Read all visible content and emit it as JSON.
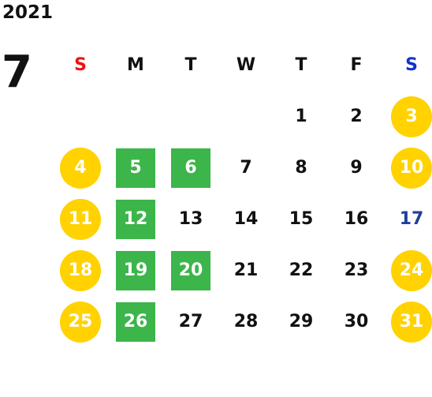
{
  "calendar": {
    "year": "2021",
    "month": "7",
    "weekdays": [
      {
        "label": "S",
        "kind": "sun"
      },
      {
        "label": "M",
        "kind": ""
      },
      {
        "label": "T",
        "kind": ""
      },
      {
        "label": "W",
        "kind": ""
      },
      {
        "label": "T",
        "kind": ""
      },
      {
        "label": "F",
        "kind": ""
      },
      {
        "label": "S",
        "kind": "sat"
      }
    ],
    "weeks": [
      [
        {
          "day": "",
          "style": "empty"
        },
        {
          "day": "",
          "style": "empty"
        },
        {
          "day": "",
          "style": "empty"
        },
        {
          "day": "",
          "style": "empty"
        },
        {
          "day": "1",
          "style": "plain"
        },
        {
          "day": "2",
          "style": "plain"
        },
        {
          "day": "3",
          "style": "holiday"
        }
      ],
      [
        {
          "day": "4",
          "style": "holiday"
        },
        {
          "day": "5",
          "style": "event"
        },
        {
          "day": "6",
          "style": "event"
        },
        {
          "day": "7",
          "style": "plain"
        },
        {
          "day": "8",
          "style": "plain"
        },
        {
          "day": "9",
          "style": "plain"
        },
        {
          "day": "10",
          "style": "holiday"
        }
      ],
      [
        {
          "day": "11",
          "style": "holiday"
        },
        {
          "day": "12",
          "style": "event"
        },
        {
          "day": "13",
          "style": "plain"
        },
        {
          "day": "14",
          "style": "plain"
        },
        {
          "day": "15",
          "style": "plain"
        },
        {
          "day": "16",
          "style": "plain"
        },
        {
          "day": "17",
          "style": "blue"
        }
      ],
      [
        {
          "day": "18",
          "style": "holiday"
        },
        {
          "day": "19",
          "style": "event"
        },
        {
          "day": "20",
          "style": "event"
        },
        {
          "day": "21",
          "style": "plain"
        },
        {
          "day": "22",
          "style": "plain"
        },
        {
          "day": "23",
          "style": "plain"
        },
        {
          "day": "24",
          "style": "holiday"
        }
      ],
      [
        {
          "day": "25",
          "style": "holiday"
        },
        {
          "day": "26",
          "style": "event"
        },
        {
          "day": "27",
          "style": "plain"
        },
        {
          "day": "28",
          "style": "plain"
        },
        {
          "day": "29",
          "style": "plain"
        },
        {
          "day": "30",
          "style": "plain"
        },
        {
          "day": "31",
          "style": "holiday"
        }
      ]
    ],
    "colors": {
      "holiday": "#ffd200",
      "event": "#3cb54a",
      "sunday_header": "#ee1111",
      "saturday_header": "#1133cc",
      "saturday_text": "#1f3f99"
    }
  }
}
